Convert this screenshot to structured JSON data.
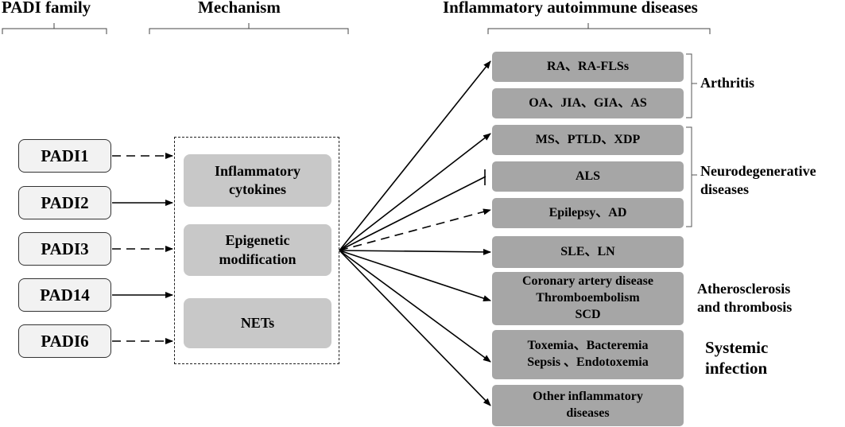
{
  "headers": {
    "padi_family": "PADI family",
    "mechanism": "Mechanism",
    "diseases": "Inflammatory autoimmune diseases"
  },
  "padi_family": [
    {
      "label": "PADI1",
      "link": "dashed"
    },
    {
      "label": "PADI2",
      "link": "solid"
    },
    {
      "label": "PADI3",
      "link": "dashed"
    },
    {
      "label": "PAD14",
      "link": "solid"
    },
    {
      "label": "PADI6",
      "link": "dashed"
    }
  ],
  "mechanisms": [
    "Inflammatory\ncytokines",
    "Epigenetic\nmodification",
    "NETs"
  ],
  "diseases": [
    {
      "label": "RA、RA-FLSs",
      "link": "arrow"
    },
    {
      "label": "OA、JIA、GIA、AS",
      "link": "none"
    },
    {
      "label": "MS、PTLD、XDP",
      "link": "arrow"
    },
    {
      "label": "ALS",
      "link": "inhibit"
    },
    {
      "label": "Epilepsy、AD",
      "link": "dashed-arrow"
    },
    {
      "label": "SLE、LN",
      "link": "arrow"
    },
    {
      "label": "Coronary artery disease\nThromboembolism\nSCD",
      "link": "arrow"
    },
    {
      "label": "Toxemia、Bacteremia\nSepsis 、Endotoxemia",
      "link": "arrow"
    },
    {
      "label": "Other inflammatory\ndiseases",
      "link": "arrow"
    }
  ],
  "categories": {
    "arthritis": "Arthritis",
    "neuro": "Neurodegenerative\ndiseases",
    "athero": "Atherosclerosis\nand thrombosis",
    "systemic": "Systemic\ninfection"
  }
}
